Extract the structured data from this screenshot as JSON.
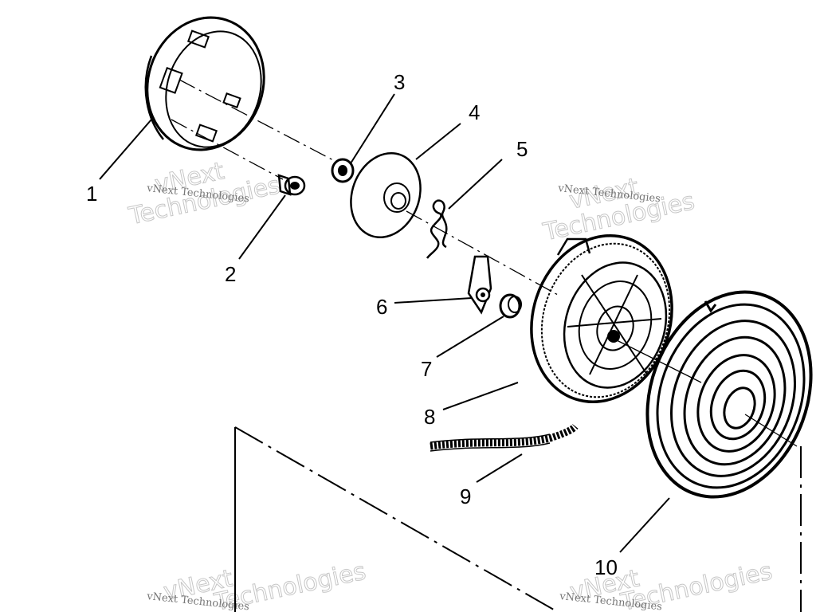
{
  "callouts": [
    {
      "id": "1",
      "label": "1"
    },
    {
      "id": "2",
      "label": "2"
    },
    {
      "id": "3",
      "label": "3"
    },
    {
      "id": "4",
      "label": "4"
    },
    {
      "id": "5",
      "label": "5"
    },
    {
      "id": "6",
      "label": "6"
    },
    {
      "id": "7",
      "label": "7"
    },
    {
      "id": "8",
      "label": "8"
    },
    {
      "id": "9",
      "label": "9"
    },
    {
      "id": "10",
      "label": "10"
    }
  ],
  "watermark": {
    "brand": "vNext",
    "company": "Technologies",
    "full": "vNext Technologies"
  }
}
